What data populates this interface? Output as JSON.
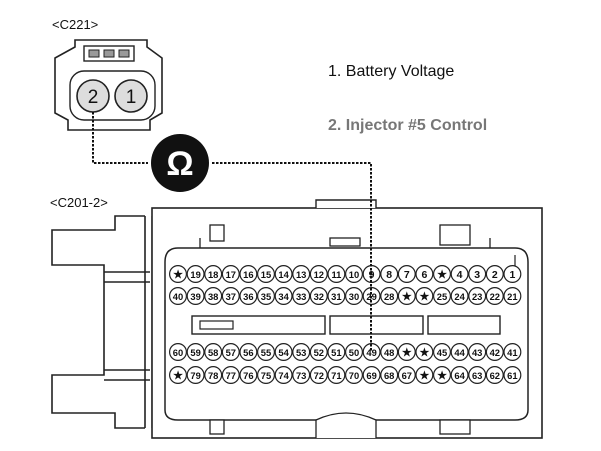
{
  "connectors": {
    "c221": {
      "label": "<C221>",
      "pins": [
        "2",
        "1"
      ]
    },
    "c201": {
      "label": "<C201-2>",
      "rows": [
        [
          "★",
          "19",
          "18",
          "17",
          "16",
          "15",
          "14",
          "13",
          "12",
          "11",
          "10",
          "9",
          "8",
          "7",
          "6",
          "★",
          "4",
          "3",
          "2",
          "1"
        ],
        [
          "40",
          "39",
          "38",
          "37",
          "36",
          "35",
          "34",
          "33",
          "32",
          "31",
          "30",
          "29",
          "28",
          "★",
          "★",
          "25",
          "24",
          "23",
          "22",
          "21"
        ],
        [
          "60",
          "59",
          "58",
          "57",
          "56",
          "55",
          "54",
          "53",
          "52",
          "51",
          "50",
          "49",
          "48",
          "★",
          "★",
          "45",
          "44",
          "43",
          "42",
          "41"
        ],
        [
          "★",
          "79",
          "78",
          "77",
          "76",
          "75",
          "74",
          "73",
          "72",
          "71",
          "70",
          "69",
          "68",
          "67",
          "★",
          "★",
          "64",
          "63",
          "62",
          "61"
        ]
      ]
    }
  },
  "legend": {
    "item1": "1. Battery Voltage",
    "item2": "2. Injector #5 Control"
  },
  "meter": {
    "symbol": "Ω"
  },
  "colors": {
    "line": "#111111",
    "legend_item2": "#777777",
    "meter_fill": "#111111",
    "connector_fill": "#ffffff"
  }
}
